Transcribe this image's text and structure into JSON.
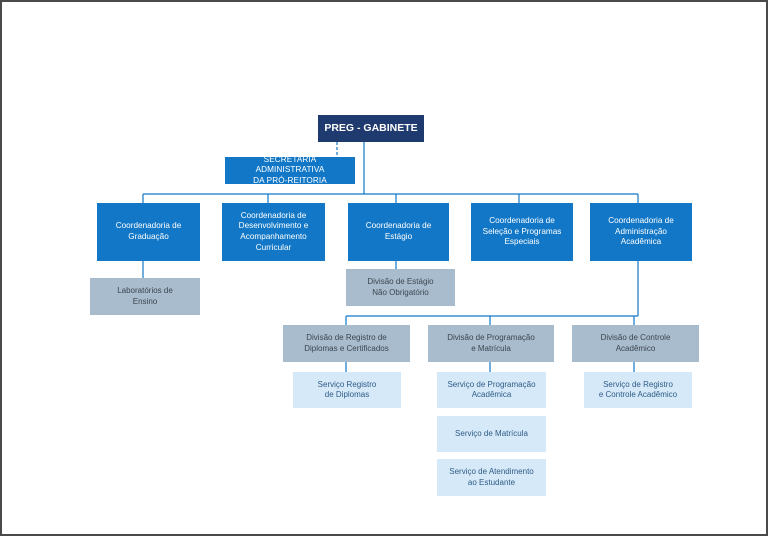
{
  "org": {
    "top": "PREG - GABINETE",
    "secretaria": [
      "SECRETARIA  ADMINISTRATIVA",
      "DA PRÓ-REITORIA"
    ],
    "coordenadorias": {
      "graduacao": [
        "Coordenadoria de",
        "Graduação"
      ],
      "desenvolvimento": [
        "Coordenadoria de",
        "Desenvolvimento e",
        "Acompanhamento",
        "Curricular"
      ],
      "estagio": [
        "Coordenadoria de",
        "Estágio"
      ],
      "selecao": [
        "Coordenadoria de",
        "Seleção e Programas",
        "Especiais"
      ],
      "administracao": [
        "Coordenadoria de",
        "Administração",
        "Acadêmica"
      ]
    },
    "laboratorios": [
      "Laboratórios de",
      "Ensino"
    ],
    "divisao_estagio": [
      "Divisão de Estágio",
      "Não Obrigatório"
    ],
    "divisoes": {
      "registro": [
        "Divisão de Registro de",
        "Diplomas e Certificados"
      ],
      "programacao": [
        "Divisão de Programação",
        "e Matrícula"
      ],
      "controle": [
        "Divisão de Controle",
        "Acadêmico"
      ]
    },
    "servicos": {
      "registro_diplomas": [
        "Serviço Registro",
        "de Diplomas"
      ],
      "programacao_academica": [
        "Serviço de Programação",
        "Acadêmica"
      ],
      "matricula": [
        "Serviço de Matrícula"
      ],
      "atendimento": [
        "Serviço de Atendimento",
        "ao Estudante"
      ],
      "registro_controle": [
        "Serviço de Registro",
        "e Controle Acadêmico"
      ]
    }
  },
  "colors": {
    "top": "#1f3a6e",
    "coordenadoria": "#1277c6",
    "divisao": "#a9bccd",
    "servico": "#d6e9f8",
    "connector": "#1277c6",
    "frame": "#4a4a4a"
  }
}
